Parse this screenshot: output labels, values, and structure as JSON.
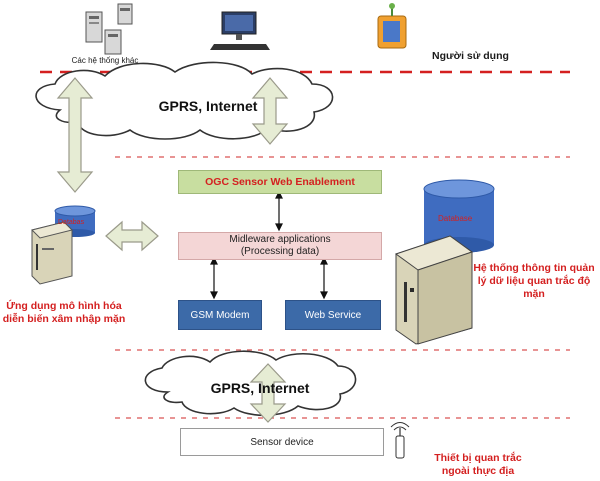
{
  "top": {
    "other_systems_label": "Các hệ thống khác",
    "users_label": "Người sử dụng"
  },
  "clouds": {
    "upper": "GPRS, Internet",
    "lower": "GPRS, Internet"
  },
  "center": {
    "ogc": "OGC Sensor Web Enablement",
    "middleware_line1": "Midleware applications",
    "middleware_line2": "(Processing data)",
    "gsm": "GSM Modem",
    "webservice": "Web Service",
    "sensor": "Sensor device"
  },
  "left": {
    "db_label": "Databas",
    "app_line1": "Ứng dụng mô hình hóa",
    "app_line2": "diễn biến xâm nhập mặn"
  },
  "right": {
    "db_label": "Database",
    "info_line1": "Hệ thống thông tin quản",
    "info_line2": "lý dữ liệu quan trắc độ",
    "info_line3": "mặn"
  },
  "bottom": {
    "field_line1": "Thiết bị quan trắc",
    "field_line2": "ngoài thực địa"
  },
  "colors": {
    "dashed_line": "#d42020",
    "arrow_fill": "#e6ecd4",
    "arrow_stroke": "#9a9a8a",
    "label_red": "#d42020",
    "box_blue": "#3c6aa8",
    "ogc_green": "#c8dea0",
    "middleware_pink": "#f4d6d6",
    "database_blue": "#3f6cc0"
  }
}
